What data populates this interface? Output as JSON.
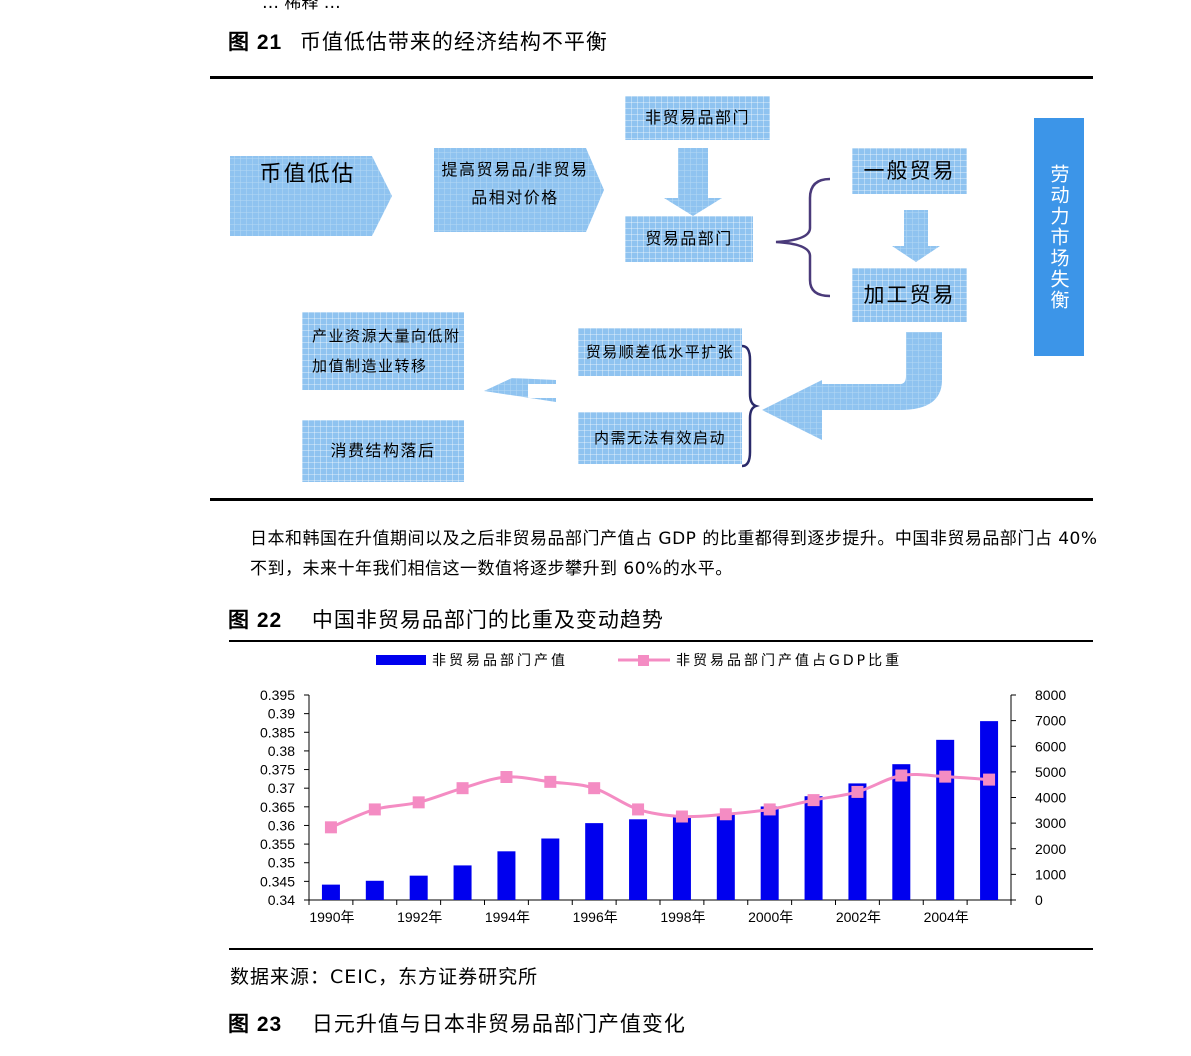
{
  "top_cut_text": "… 稀释 …",
  "fig21": {
    "label": "图 21",
    "title": "币值低估带来的经济结构不平衡",
    "diagram": {
      "undervalue": "币值低估",
      "raise_price": "提高贸易品/非贸易品相对价格",
      "nontradable_top": "非贸易品部门",
      "tradable": "贸易品部门",
      "general_trade": "一般贸易",
      "processing_trade": "加工贸易",
      "labor_market": "劳动力市场失衡",
      "industry_shift": "产业资源大量向低附加值制造业转移",
      "consumption_lag": "消费结构落后",
      "surplus_low": "贸易顺差低水平扩张",
      "domestic_demand": "内需无法有效启动"
    }
  },
  "paragraph": "日本和韩国在升值期间以及之后非贸易品部门产值占 GDP 的比重都得到逐步提升。中国非贸易品部门占 40%不到，未来十年我们相信这一数值将逐步攀升到 60%的水平。",
  "fig22": {
    "label": "图 22",
    "title": "中国非贸易品部门的比重及变动趋势"
  },
  "source": "数据来源：CEIC，东方证券研究所",
  "fig23": {
    "label": "图 23",
    "title": "日元升值与日本非贸易品部门产值变化"
  },
  "colors": {
    "bar": "#0000ee",
    "line": "#f48cc3",
    "box_blue": "#8fc3f0",
    "panel_blue": "#3c95e8"
  },
  "chart_data": {
    "type": "bar",
    "categories": [
      "1990",
      "1991",
      "1992",
      "1993",
      "1994",
      "1995",
      "1996",
      "1997",
      "1998",
      "1999",
      "2000",
      "2001",
      "2002",
      "2003",
      "2004",
      "2005"
    ],
    "x_tick_labels": [
      "1990年",
      "1992年",
      "1994年",
      "1996年",
      "1998年",
      "2000年",
      "2002年",
      "2004年"
    ],
    "series": [
      {
        "name": "非贸易品部门产值",
        "type": "bar",
        "axis": "right",
        "values": [
          600,
          750,
          950,
          1350,
          1900,
          2400,
          3000,
          3150,
          3250,
          3350,
          3650,
          4050,
          4550,
          5300,
          6250,
          6980
        ]
      },
      {
        "name": "非贸易品部门产值占GDP比重",
        "type": "line",
        "axis": "left",
        "values": [
          0.3595,
          0.3643,
          0.3662,
          0.37,
          0.373,
          0.3717,
          0.37,
          0.3643,
          0.3624,
          0.363,
          0.3643,
          0.3668,
          0.369,
          0.3734,
          0.3731,
          0.3723
        ]
      }
    ],
    "y_left": {
      "min": 0.34,
      "max": 0.395,
      "ticks": [
        "0.34",
        "0.345",
        "0.35",
        "0.355",
        "0.36",
        "0.365",
        "0.37",
        "0.375",
        "0.38",
        "0.385",
        "0.39",
        "0.395"
      ]
    },
    "y_right": {
      "min": 0,
      "max": 8000,
      "ticks": [
        "0",
        "1000",
        "2000",
        "3000",
        "4000",
        "5000",
        "6000",
        "7000",
        "8000"
      ]
    },
    "legend_position": "top",
    "grid": false
  }
}
